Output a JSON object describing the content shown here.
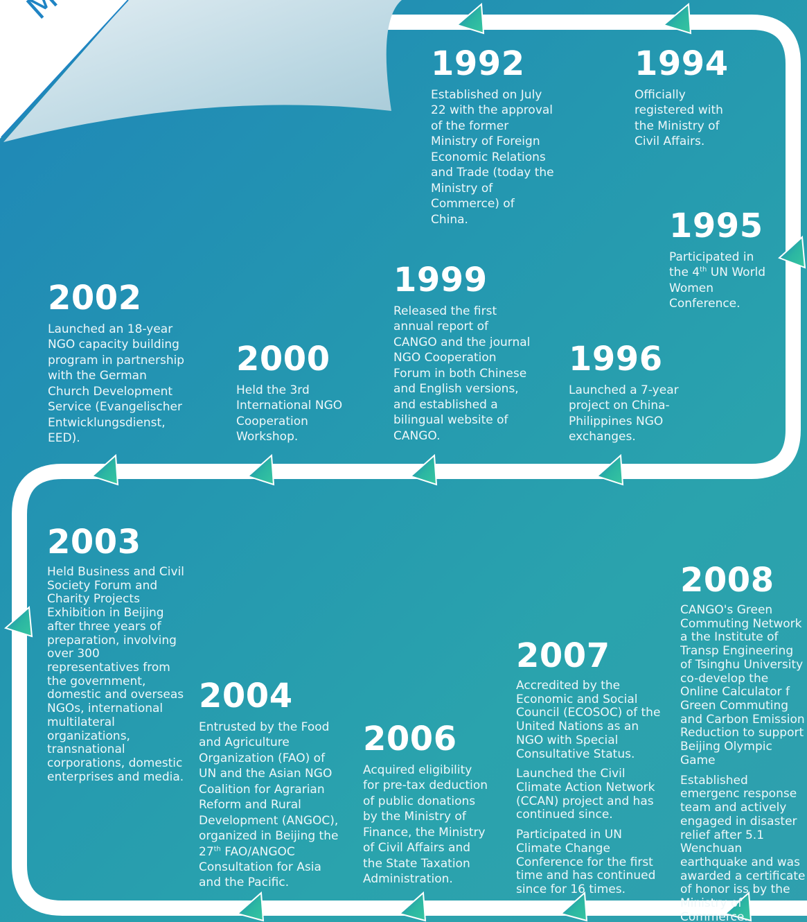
{
  "corner": {
    "title_fragment": "Mi",
    "colors": {
      "page": "#ffffff",
      "fold_light": "#d7e6ee",
      "fold_dark": "#a9cbd9",
      "text": "#1f84c4"
    }
  },
  "track": {
    "line_color": "#ffffff",
    "arrow_colors": [
      "#1c7fc0",
      "#2bb6a2",
      "#37c6a0"
    ],
    "arrow_direction": "left"
  },
  "events": [
    {
      "year": "1992",
      "text": [
        "Established on July 22 with the approval of the former Ministry of Foreign Economic Relations and Trade (today the Ministry of Commerce) of China."
      ]
    },
    {
      "year": "1994",
      "text": [
        "Officially registered with the Ministry of Civil Affairs."
      ]
    },
    {
      "year": "1995",
      "text_before": "Participated in the 4",
      "sup": "th",
      "text_after": " UN World Women Conference."
    },
    {
      "year": "1996",
      "text": [
        "Launched a 7-year project on China-Philippines NGO  exchanges."
      ]
    },
    {
      "year": "1999",
      "text": [
        "Released the first annual report of CANGO and the journal NGO Cooperation Forum in both Chinese and English versions, and established a bilingual website of CANGO."
      ]
    },
    {
      "year": "2000",
      "text": [
        "Held the 3rd International NGO Cooperation Workshop."
      ]
    },
    {
      "year": "2002",
      "text": [
        "Launched an 18-year NGO capacity building program in partnership with the German Church Development Service (Evangelischer Entwicklungsdienst, EED)."
      ]
    },
    {
      "year": "2003",
      "text": [
        "Held Business and Civil Society Forum and Charity Projects Exhibition in Beijing after three years of preparation, involving over 300 representatives from the government, domestic and overseas NGOs, international multilateral organizations, transnational corporations, domestic enterprises and media."
      ]
    },
    {
      "year": "2004",
      "text_before": "Entrusted by the Food and Agriculture Organization (FAO) of UN and the Asian NGO Coalition for Agrarian Reform and Rural Development (ANGOC), organized in Beijing the 27",
      "sup": "th",
      "text_after": " FAO/ANGOC Consultation for Asia and the Pacific."
    },
    {
      "year": "2006",
      "text": [
        "Acquired eligibility for pre-tax deduction of public donations by the Ministry of Finance, the Ministry of Civil Affairs and the State Taxation Administration."
      ]
    },
    {
      "year": "2007",
      "text": [
        "Accredited by the Economic and Social Council (ECOSOC) of the United Nations as an NGO with Special Consultative Status.",
        "Launched the Civil Climate Action Network (CCAN) project and has continued since.",
        "Participated in UN Climate Change Conference for the first time and has continued since for 16 times."
      ]
    },
    {
      "year": "2008",
      "text": [
        "CANGO's Green Commuting Network a the Institute of Transp Engineering of Tsinghu University co-develop the Online Calculator f Green Commuting and Carbon Emission Reduction to support Beijing Olympic Game",
        "Established emergenc response team and actively engaged in disaster relief after 5.1 Wenchuan earthquake and was awarded a certificate of honor iss by the Ministry of Commerce."
      ]
    }
  ]
}
